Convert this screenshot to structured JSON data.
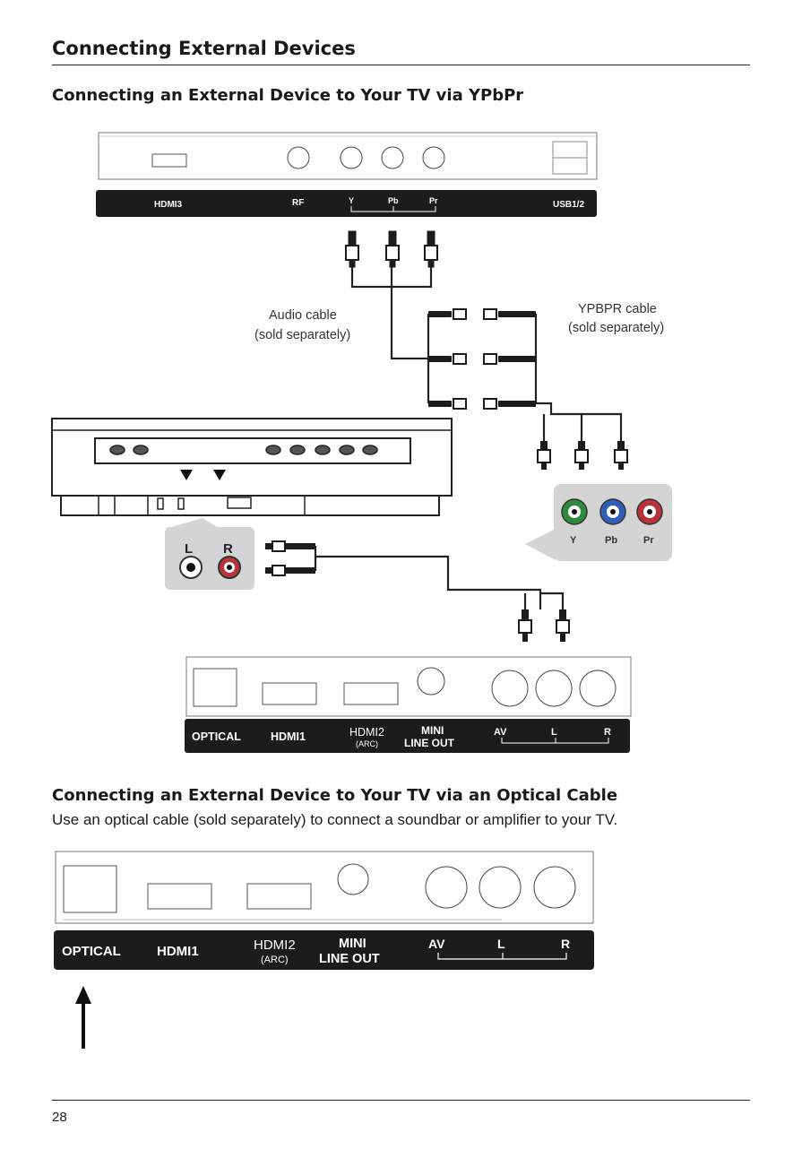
{
  "page": {
    "title": "Connecting External Devices",
    "number": "28"
  },
  "section1": {
    "heading": "Connecting an External Device to Your TV via YPbPr",
    "top_panel": {
      "labels": [
        "HDMI3",
        "RF",
        "Y",
        "Pb",
        "Pr",
        "USB1/2"
      ]
    },
    "audio_cable": [
      "Audio cable",
      "(sold separately)"
    ],
    "ypbpr_cable": [
      "YPBPR cable",
      "(sold separately)"
    ],
    "callout_audio": [
      "L",
      "R"
    ],
    "callout_video": [
      "Y",
      "Pb",
      "Pr"
    ],
    "bottom_panel": {
      "optical": "OPTICAL",
      "hdmi1": "HDMI1",
      "hdmi2": "HDMI2",
      "arc": "(ARC)",
      "mini": "MINI",
      "line_out": "LINE OUT",
      "av": "AV",
      "l": "L",
      "r": "R"
    }
  },
  "section2": {
    "heading": "Connecting an External Device to Your TV via an Optical Cable",
    "body": "Use an optical cable (sold separately) to connect a soundbar or amplifier to your TV.",
    "panel": {
      "optical": "OPTICAL",
      "hdmi1": "HDMI1",
      "hdmi2": "HDMI2",
      "arc": "(ARC)",
      "mini": "MINI",
      "line_out": "LINE OUT",
      "av": "AV",
      "l": "L",
      "r": "R"
    }
  },
  "colors": {
    "label_bar": "#1c1c1c",
    "jack_green": "#2e8b3e",
    "jack_blue": "#2f5fb8",
    "jack_red": "#b8333a",
    "callout_bg": "#d4d4d4"
  }
}
